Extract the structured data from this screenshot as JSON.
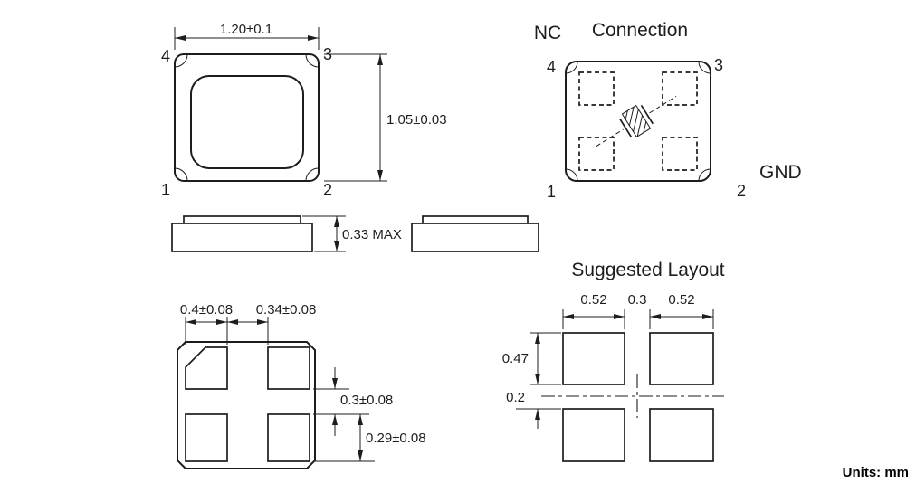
{
  "units_label": "Units: mm",
  "top_view": {
    "dim_width": "1.20±0.1",
    "dim_height": "1.05±0.03",
    "pin_tl": "4",
    "pin_tr": "3",
    "pin_bl": "1",
    "pin_br": "2"
  },
  "connection_view": {
    "title": "Connection",
    "nc_label": "NC",
    "gnd_label": "GND",
    "pin_tl": "4",
    "pin_tr": "3",
    "pin_bl": "1",
    "pin_br": "2"
  },
  "side_view": {
    "dim_height": "0.33 MAX"
  },
  "bottom_view": {
    "dim_pad_width": "0.4±0.08",
    "dim_pad_pitch": "0.34±0.08",
    "dim_pad_gap": "0.3±0.08",
    "dim_pad_height": "0.29±0.08"
  },
  "suggested_layout": {
    "title": "Suggested Layout",
    "dim_pad_width_left": "0.52",
    "dim_center_gap": "0.3",
    "dim_pad_width_right": "0.52",
    "dim_pad_height": "0.47",
    "dim_row_gap": "0.2"
  }
}
